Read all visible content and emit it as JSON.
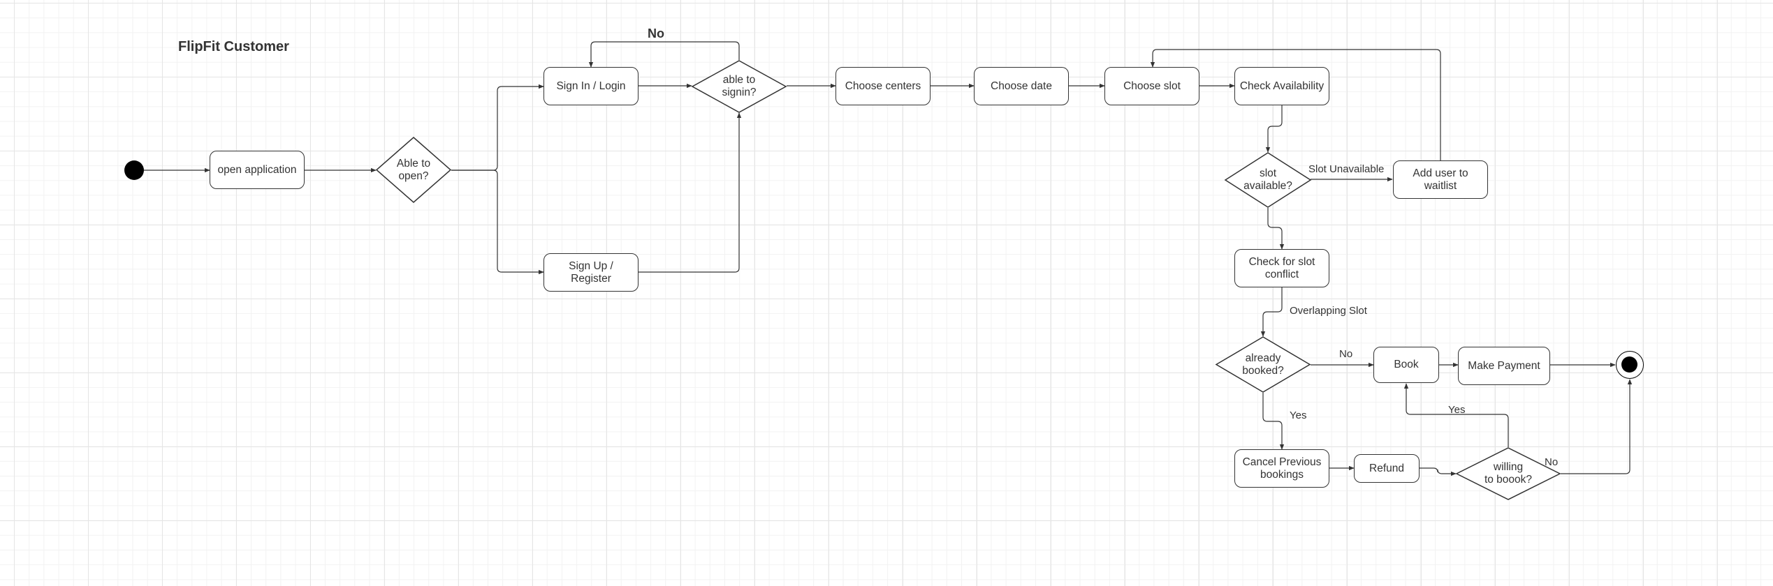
{
  "diagram": {
    "title": "FlipFit Customer",
    "nodes": {
      "open_application": "open application",
      "sign_in": "Sign In / Login",
      "sign_up": "Sign Up / Register",
      "choose_centers": "Choose centers",
      "choose_date": "Choose date",
      "choose_slot": "Choose slot",
      "check_availability": "Check Availability",
      "add_waitlist": "Add user to\nwaitlist",
      "check_conflict": "Check for slot\nconflict",
      "book": "Book",
      "make_payment": "Make Payment",
      "cancel_previous": "Cancel Previous\nbookings",
      "refund": "Refund"
    },
    "decisions": {
      "able_to_open": "Able to\nopen?",
      "able_to_signin": "able to\nsignin?",
      "slot_available": "slot\navailable?",
      "already_booked": "already\nbooked?",
      "willing_to_book": "willing\nto boook?"
    },
    "edge_labels": {
      "signin_no": "No",
      "slot_unavailable": "Slot Unavailable",
      "overlapping_slot": "Overlapping Slot",
      "booked_no": "No",
      "booked_yes": "Yes",
      "willing_yes": "Yes",
      "willing_no": "No"
    },
    "colors": {
      "line": "#333333",
      "node_border": "#333333",
      "fill": "#ffffff",
      "grid": "#e5e5e5"
    }
  }
}
